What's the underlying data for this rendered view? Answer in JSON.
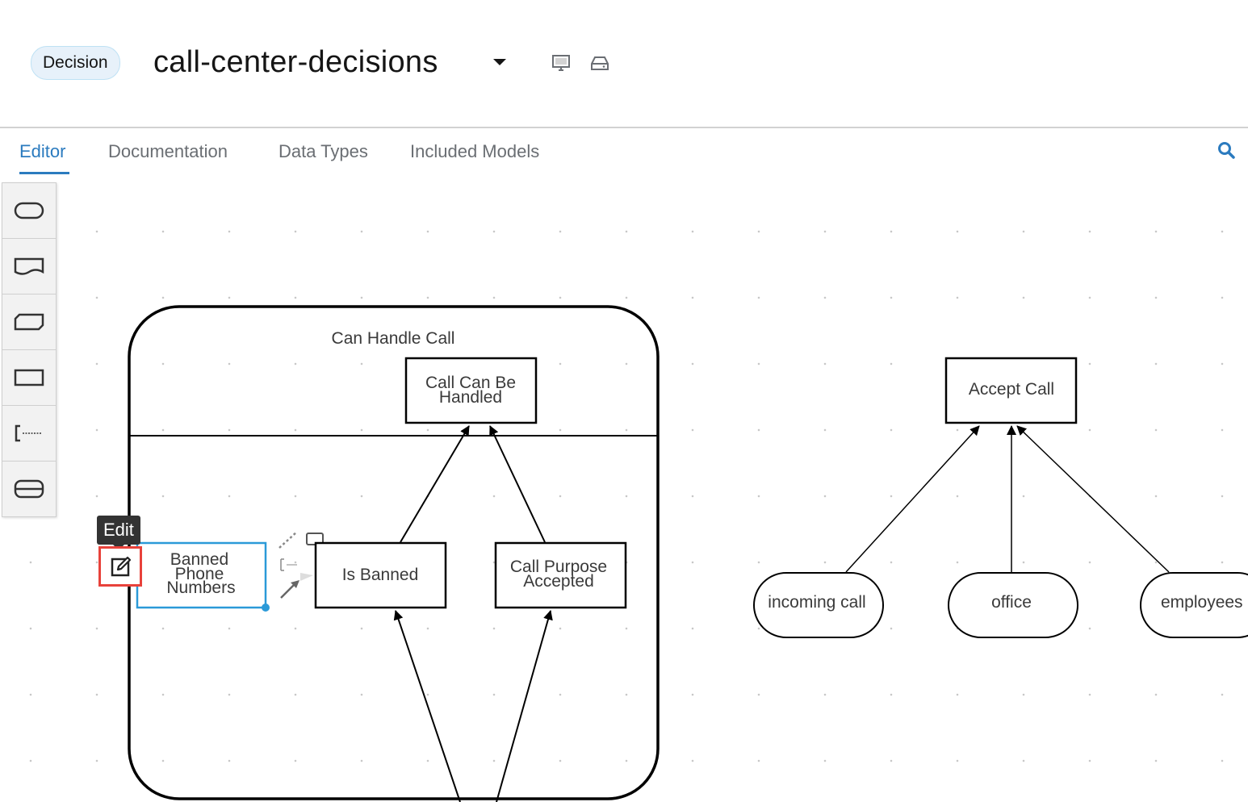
{
  "header": {
    "badge": "Decision",
    "title": "call-center-decisions"
  },
  "tabs": [
    "Editor",
    "Documentation",
    "Data Types",
    "Included Models"
  ],
  "tooltip": "Edit",
  "diagram": {
    "service": "Can Handle Call",
    "decisions": {
      "call_can_be_handled": [
        "Call Can Be",
        "Handled"
      ],
      "is_banned": "Is Banned",
      "call_purpose_accepted": [
        "Call Purpose",
        "Accepted"
      ],
      "accept_call": "Accept Call"
    },
    "knowledge": [
      "Banned",
      "Phone",
      "Numbers"
    ],
    "inputs": {
      "incoming_call": "incoming call",
      "office": "office",
      "employees": "employees"
    }
  },
  "palette": [
    "input-data-tool",
    "knowledge-source-tool",
    "bkm-tool",
    "decision-tool",
    "annotation-tool",
    "decision-service-tool"
  ]
}
